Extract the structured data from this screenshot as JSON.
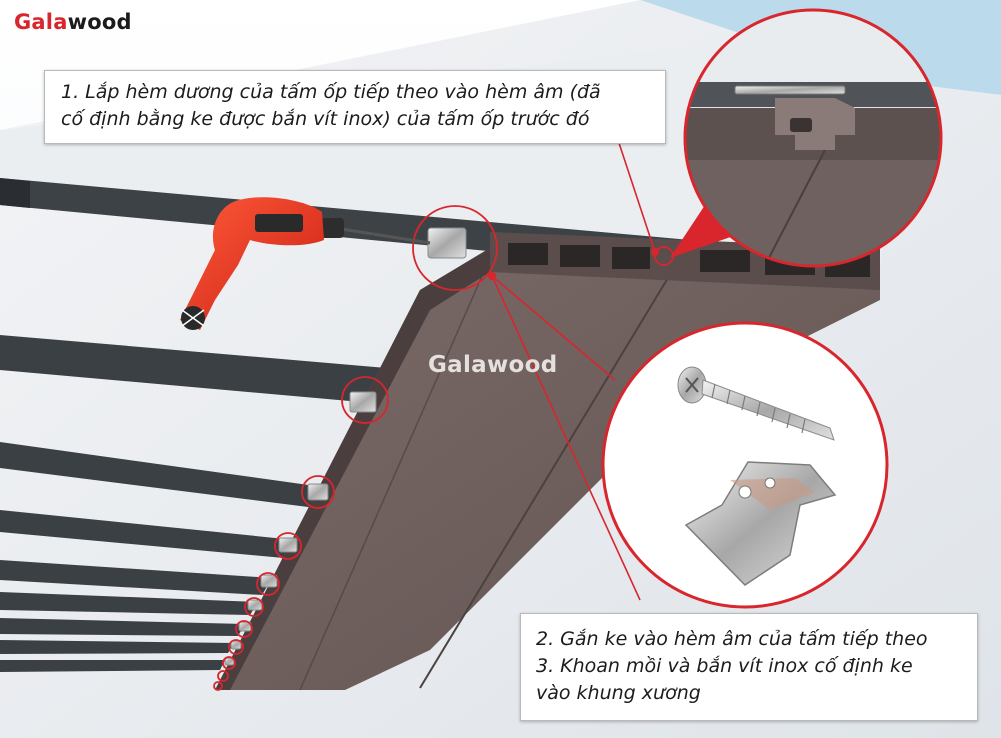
{
  "brand": {
    "logo_part1": "Gal",
    "logo_part2": "a",
    "logo_part3": "wood",
    "panel_watermark": "Galawood",
    "accent_color": "#d8262c"
  },
  "callouts": {
    "step1_line1": "1. Lắp hèm dương của tấm ốp tiếp theo vào hèm âm (đã",
    "step1_line2": "cố định bằng ke được bắn vít inox) của tấm ốp trước đó",
    "step2": "2. Gắn ke vào hèm âm của tấm tiếp theo",
    "step3_line1": "3. Khoan mồi và bắn vít inox cố định ke",
    "step3_line2": "vào khung xương"
  },
  "icons": {
    "tool": "power-drill-icon",
    "fastener": "stainless-screw-icon",
    "clip": "metal-clip-icon"
  }
}
